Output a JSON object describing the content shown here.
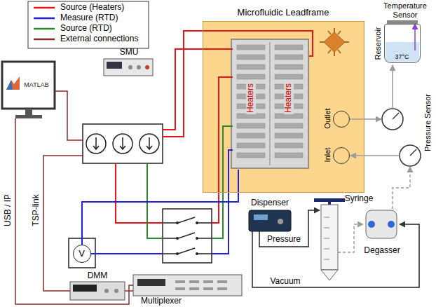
{
  "diagram": {
    "nodes": [
      {
        "text": [
          "Microfluidic Leadframe"
        ]
      },
      {
        "text": [
          "Outlet"
        ],
        "in": 0
      },
      {
        "text": [
          "Inlet"
        ],
        "in": 0
      },
      {
        "text": [
          "Reservoir",
          "37°C"
        ]
      },
      {
        "text": [
          "V"
        ]
      }
    ],
    "labels": [
      "SMU",
      "MATLAB",
      "USB / IP",
      "TSP-link",
      "DMM",
      "Multiplexer",
      "Heaters",
      "Heaters",
      "Temperature Sensor",
      "Pressure Sensor",
      "Syringe",
      "Dispenser",
      "Degasser",
      "Pressure",
      "Vacuum"
    ],
    "legend": [
      {
        "text": "Source (Heaters)"
      },
      {
        "text": "Measure (RTD)"
      },
      {
        "text": "Source (RTD)"
      },
      {
        "text": "External connections"
      }
    ]
  }
}
